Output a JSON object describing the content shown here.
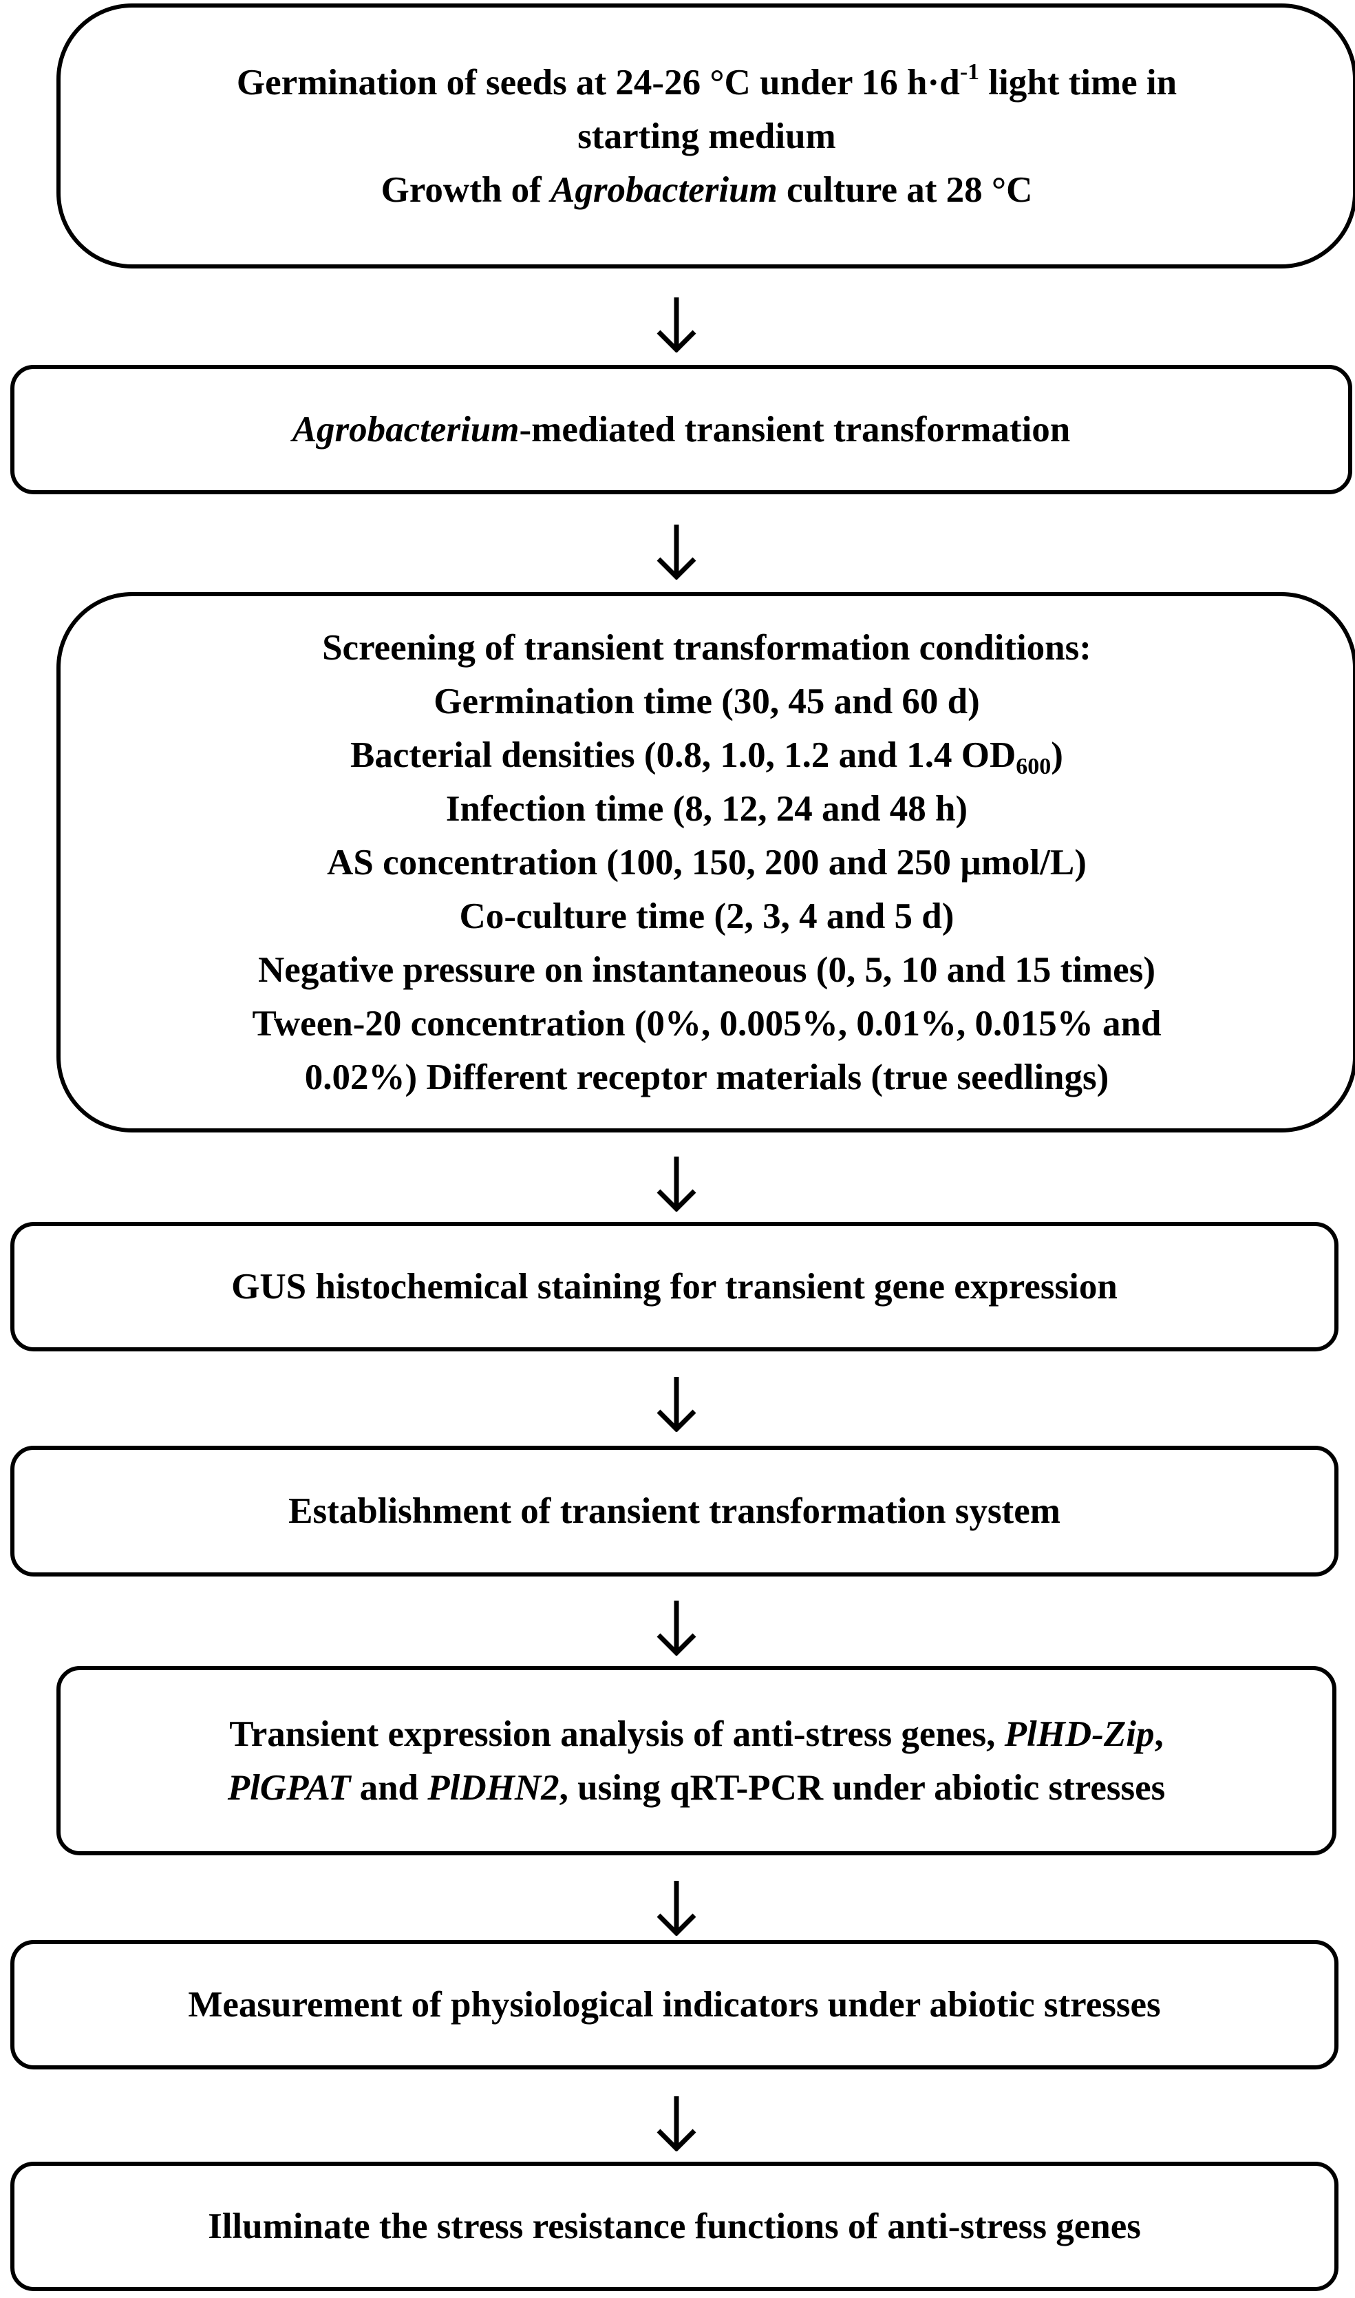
{
  "boxes": {
    "germination": {
      "line1_pre": "Germination of seeds at 24-26 °C  under 16 h·d",
      "line1_sup": "-1",
      "line1_post": " light time in",
      "line2": "starting medium",
      "line3_pre": "Growth of ",
      "line3_italic": "Agrobacterium",
      "line3_post": " culture at 28 °C"
    },
    "transformation": {
      "italic": "Agrobacterium",
      "rest": "-mediated transient transformation"
    },
    "screening": {
      "line1": "Screening of transient transformation conditions:",
      "line2": "Germination time (30, 45 and 60 d)",
      "line3_pre": "Bacterial densities (0.8, 1.0, 1.2 and 1.4 OD",
      "line3_sub": "600",
      "line3_post": ")",
      "line4": "Infection time (8, 12, 24 and 48 h)",
      "line5": "AS concentration (100, 150, 200 and 250 µmol/L)",
      "line6": "Co-culture time (2, 3, 4 and 5 d)",
      "line7": "Negative pressure on instantaneous  (0, 5, 10 and 15 times)",
      "line8": "Tween-20 concentration (0%, 0.005%, 0.01%, 0.015% and",
      "line9": "0.02%) Different receptor materials (true seedlings)"
    },
    "gus": {
      "text": "GUS histochemical staining for transient gene expression"
    },
    "establishment": {
      "text": "Establishment of  transient transformation system"
    },
    "expression": {
      "line1_pre": "Transient expression analysis of anti-stress genes,  ",
      "line1_italic": "PlHD-Zip",
      "line1_post": ",",
      "line2_italic1": "PlGPAT",
      "line2_mid": " and ",
      "line2_italic2": "PlDHN2",
      "line2_post": ", using qRT-PCR under abiotic stresses"
    },
    "measurement": {
      "text": "Measurement of physiological indicators under abiotic stresses"
    },
    "illuminate": {
      "text": "Illuminate the stress resistance functions of anti-stress genes"
    }
  }
}
